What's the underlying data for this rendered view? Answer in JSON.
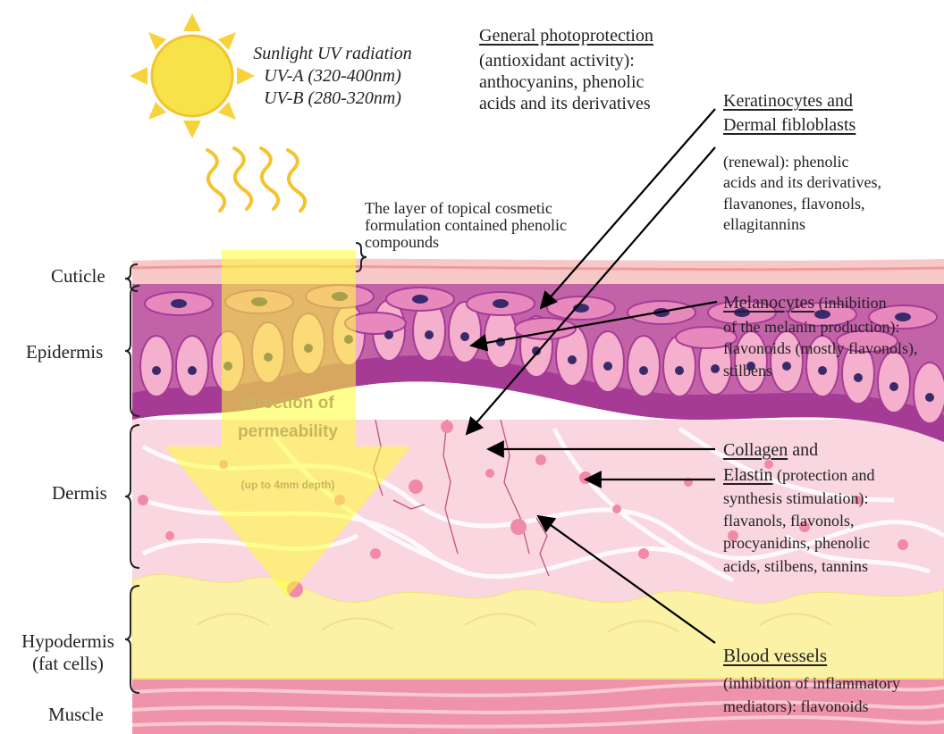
{
  "sun": {
    "line1": "Sunlight UV radiation",
    "line2": "UV-A (320-400nm)",
    "line3": "UV-B (280-320nm)"
  },
  "photoprotection": {
    "title": "General photoprotection",
    "line1": "(antioxidant activity):",
    "line2": "anthocyanins, phenolic",
    "line3": "acids and its derivatives"
  },
  "topical": {
    "line1": "The layer of topical cosmetic",
    "line2": "formulation contained phenolic",
    "line3": "compounds"
  },
  "layers": {
    "cuticle": "Cuticle",
    "epidermis": "Epidermis",
    "dermis": "Dermis",
    "hypodermis_1": "Hypodermis",
    "hypodermis_2": "(fat cells)",
    "muscle": "Muscle"
  },
  "permeability": {
    "line1": "direction of",
    "line2": "permeability",
    "line3": "(up to 4mm depth)"
  },
  "keratinocytes": {
    "title1": "Keratinocytes and",
    "title2": "Dermal fibloblasts",
    "line1": "(renewal): phenolic",
    "line2": "acids and its derivatives,",
    "line3": "flavanones, flavonols,",
    "line4": "ellagitannins"
  },
  "melanocytes": {
    "title": "Melanocytes",
    "line1_rest": " (inhibition",
    "line2": "of the melanin production):",
    "line3": "flavonoids (mostly flavonols),",
    "line4": "stilbens"
  },
  "collagen": {
    "title1": "Collagen",
    "title1_rest": " and",
    "title2": "Elastin",
    "title2_rest": " (protection and",
    "line3": "synthesis stimulation):",
    "line4": "flavanols, flavonols,",
    "line5": "procyanidins, phenolic",
    "line6": "acids, stilbens, tannins"
  },
  "blood": {
    "title": "Blood vessels",
    "line1": "(inhibition of  inflammatory",
    "line2": "mediators): flavonoids"
  },
  "colors": {
    "sun": "#f7e24a",
    "sun_rays": "#f4c430",
    "epidermis": "#a63b96",
    "dermis": "#f9d6e0",
    "hypodermis": "#fbf2a6",
    "muscle": "#ef93ab",
    "arrow": "#ffff33",
    "pointer": "#000000"
  }
}
